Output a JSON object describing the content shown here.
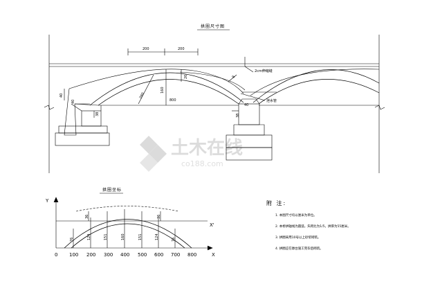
{
  "drawing": {
    "elevation": {
      "title": "拱圈尺寸图",
      "dims": {
        "top_left": "200",
        "top_right": "200",
        "span": "800",
        "rise": "160",
        "ring": "20",
        "left_40": "40",
        "left_pier_40": "40",
        "pier_top_40": "40",
        "left_38": "38",
        "right_38": "38",
        "radius": "280",
        "angle": "8"
      },
      "labels": {
        "expansion_joint": "2cm伸缩缝",
        "drain_pipe": "泄水管"
      }
    },
    "coordinates": {
      "title": "拱圈坐标",
      "y_axis": "Y",
      "x_axis": "X",
      "x_prime": "X'",
      "x_ticks": [
        "0",
        "100",
        "200",
        "300",
        "400",
        "500",
        "600",
        "700",
        "800"
      ],
      "vertical_values": [
        "76",
        "124",
        "151",
        "160",
        "151",
        "124",
        "76"
      ],
      "upper_values": [
        "36",
        "36"
      ]
    },
    "notes": {
      "heading": "附 注:",
      "items": [
        "1. 本图尺寸均以厘米为单位。",
        "2. 本桥拱轴线为圆弧，矢跨比为1/5，拱厚为55厘米。",
        "3. 拱圈采用10号以上砂浆砌筑。",
        "4. 拱圈应在墩台施工完毕后砌筑。"
      ]
    },
    "watermark": {
      "main": "土木在线",
      "sub": "co188.com"
    }
  }
}
